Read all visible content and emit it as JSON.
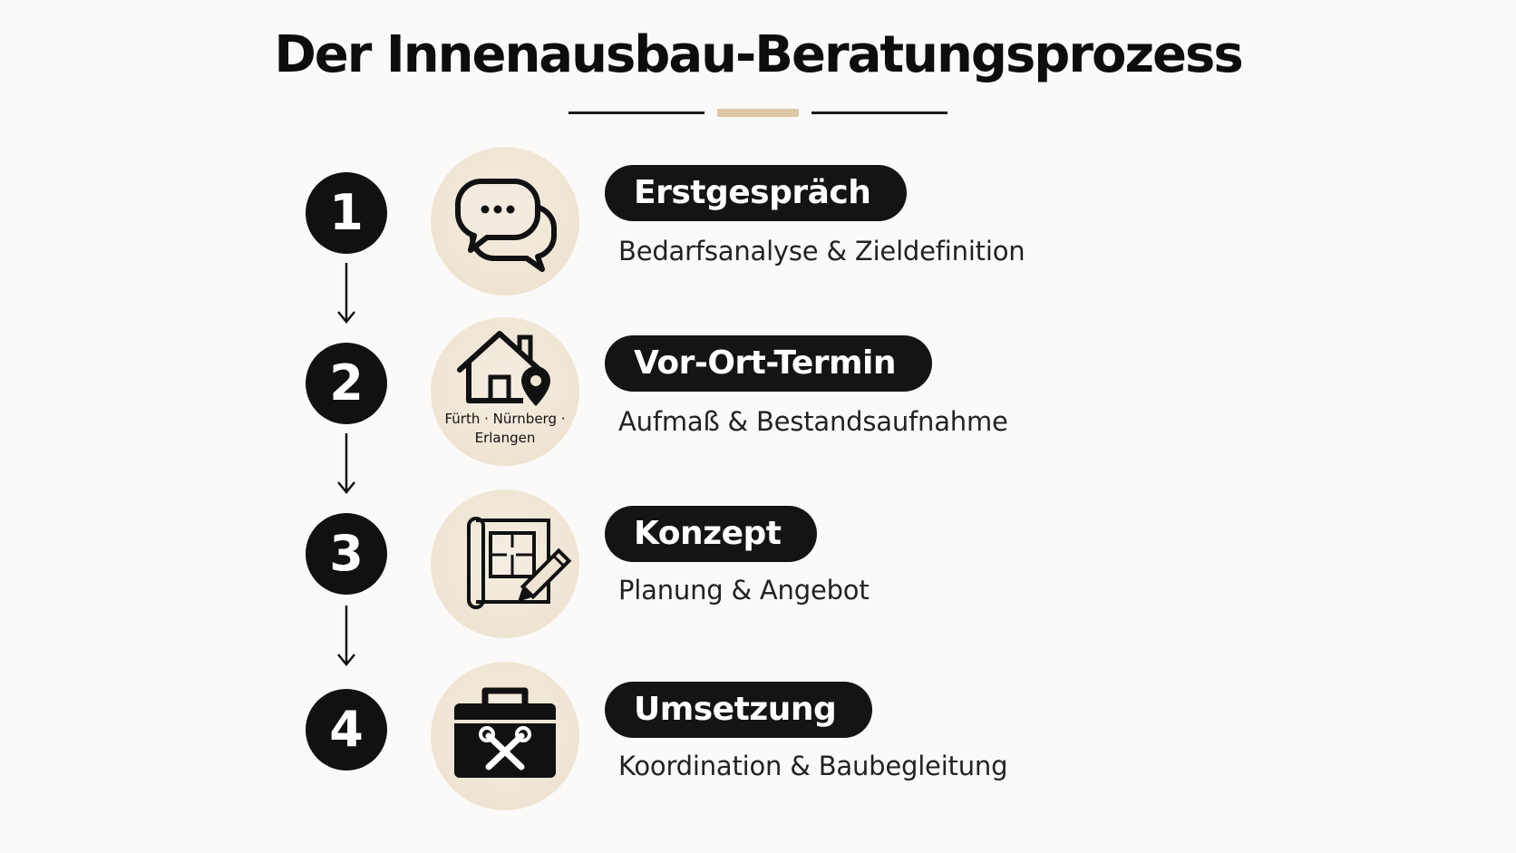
{
  "title": "Der Innenausbau-Beratungsprozess",
  "steps": [
    {
      "number": "1",
      "icon": "chat-bubbles-icon",
      "title": "Erstgespräch",
      "description": "Bedarfsanalyse & Zieldefinition"
    },
    {
      "number": "2",
      "icon": "house-location-icon",
      "title": "Vor-Ort-Termin",
      "description": "Aufmaß & Bestandsaufnahme",
      "icon_caption_line1": "Fürth · Nürnberg ·",
      "icon_caption_line2": "Erlangen"
    },
    {
      "number": "3",
      "icon": "blueprint-pencil-icon",
      "title": "Konzept",
      "description": "Planung & Angebot"
    },
    {
      "number": "4",
      "icon": "toolbox-icon",
      "title": "Umsetzung",
      "description": "Koordination & Baubegleitung"
    }
  ],
  "colors": {
    "background": "#fbfaf8",
    "dark": "#111111",
    "accent": "#dcc7a6",
    "icon_circle": "#efe4d3"
  }
}
